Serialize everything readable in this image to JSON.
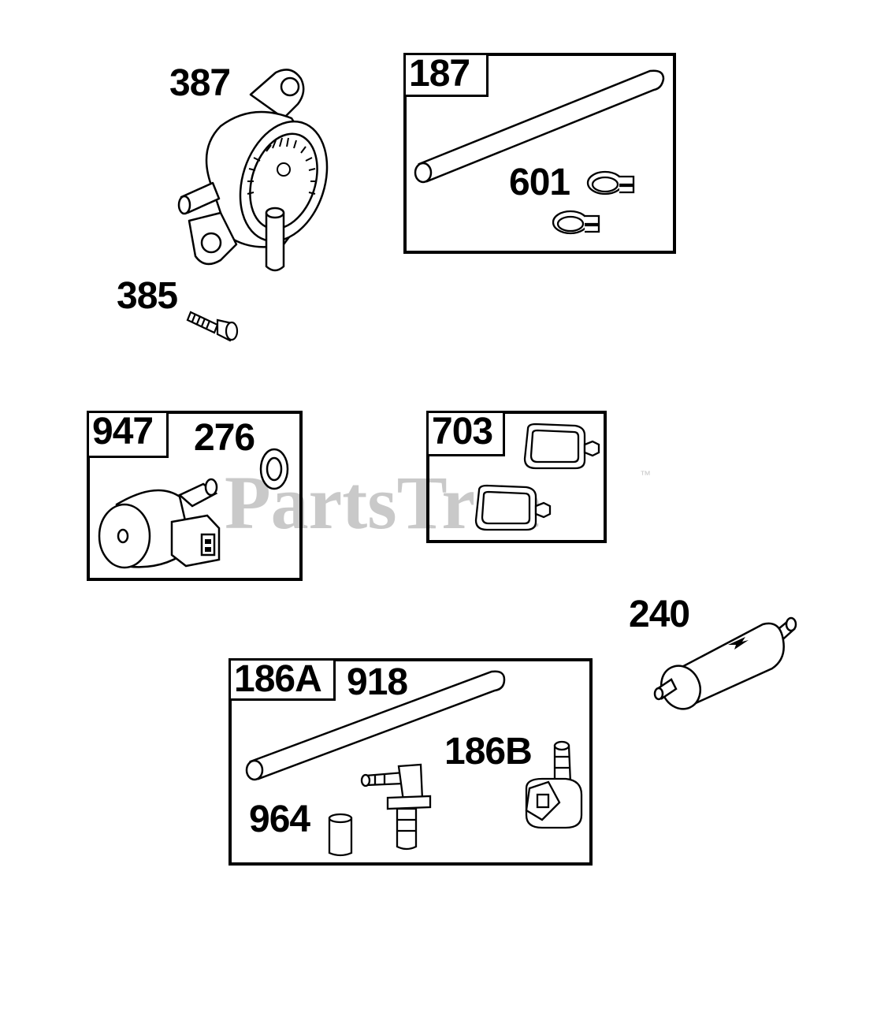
{
  "watermark": {
    "text": "PartsTree",
    "tm": "™"
  },
  "parts": {
    "p387": "387",
    "p385": "385",
    "p601": "601",
    "p276": "276",
    "p240": "240",
    "p918": "918",
    "p186B": "186B",
    "p964": "964"
  },
  "kits": {
    "k187": "187",
    "k947": "947",
    "k703": "703",
    "k186A": "186A"
  },
  "icons": {
    "fuel_pump": "fuel-pump-icon",
    "screw": "screw-icon",
    "hose": "fuel-hose-icon",
    "clamp": "hose-clamp-icon",
    "solenoid": "fuel-solenoid-icon",
    "washer": "washer-icon",
    "tie_clip": "tie-clip-icon",
    "filter": "fuel-filter-icon",
    "fitting": "hose-fitting-icon",
    "valve": "shutoff-valve-icon",
    "sleeve": "sleeve-icon"
  }
}
